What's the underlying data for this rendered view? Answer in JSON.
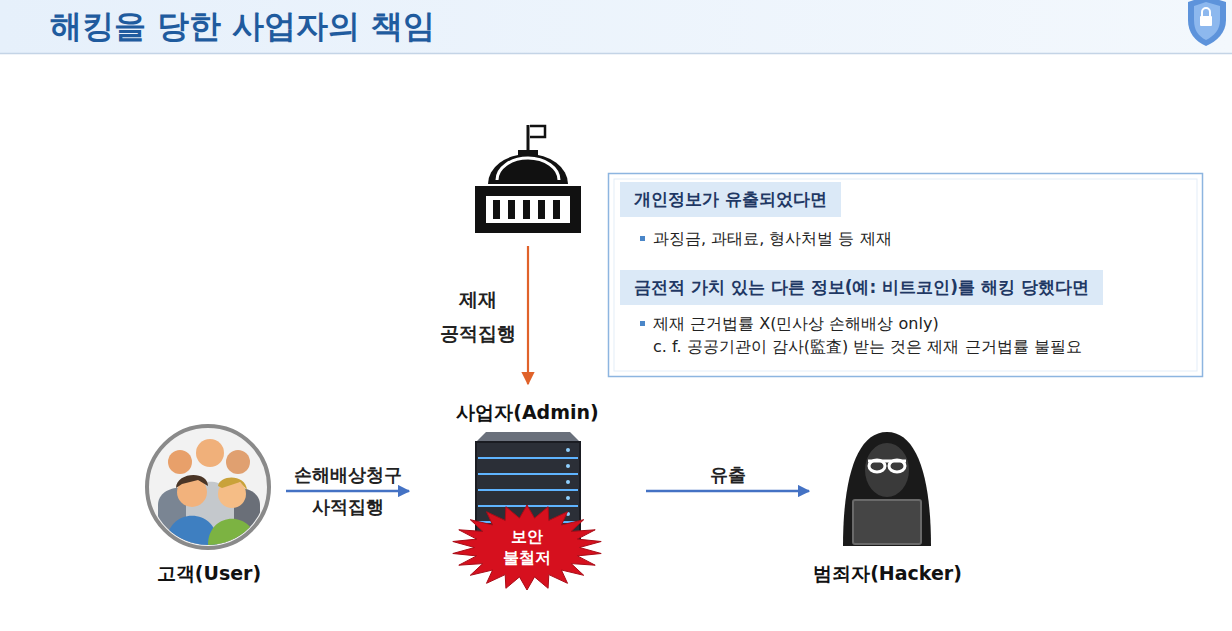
{
  "diagram": {
    "title": "해킹을 당한 사업자의 책임",
    "nodes": [
      {
        "text": [
          "개인정보가 유출되었다면"
        ]
      },
      {
        "text": [
          "금전적 가치 있는 다른 정보(예: 비트코인)를 해킹 당했다면"
        ]
      },
      {
        "text": [
          "사업자(Admin)"
        ]
      },
      {
        "text": [
          "보안 불철저"
        ],
        "in": 2
      },
      {
        "text": [
          "고객(User)"
        ]
      },
      {
        "text": [
          "범죄자(Hacker)"
        ]
      }
    ],
    "edges": [
      {
        "from": 4,
        "to": 2,
        "label": "손해배상청구 사적집행",
        "arrow": "to"
      },
      {
        "from": 2,
        "to": 5,
        "label": "유출",
        "arrow": "to"
      }
    ],
    "labels": [
      "제재 공적집행",
      "과징금, 과태료, 형사처벌 등 제재",
      "제재 근거법률 X(민사상 손해배상 only)",
      "c. f. 공공기관이 감사(監査) 받는 것은 제재 근거법률 불필요"
    ]
  }
}
